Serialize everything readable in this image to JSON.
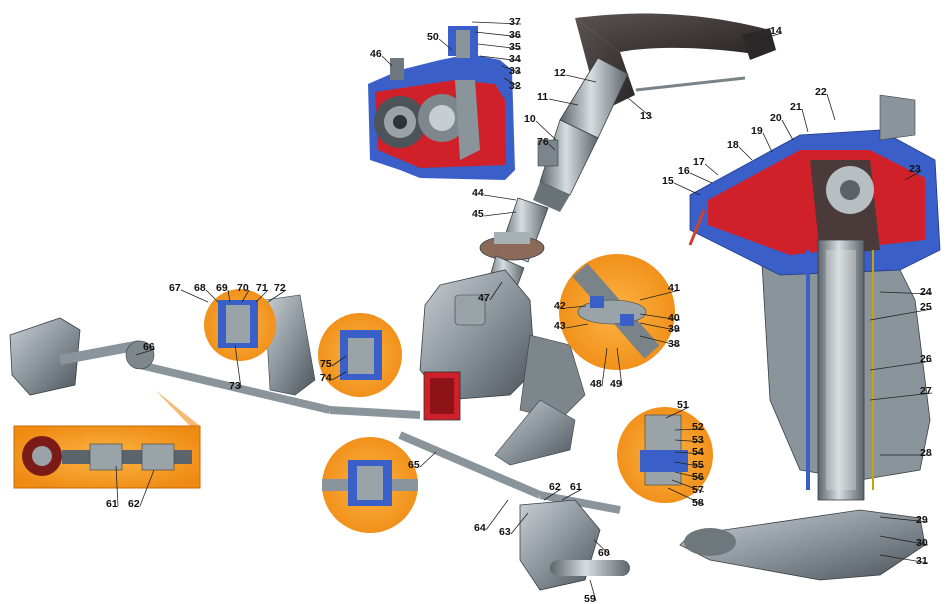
{
  "callouts": [
    {
      "id": "10",
      "n": "10"
    },
    {
      "id": "11",
      "n": "11"
    },
    {
      "id": "12",
      "n": "12"
    },
    {
      "id": "13",
      "n": "13"
    },
    {
      "id": "14",
      "n": "14"
    },
    {
      "id": "15",
      "n": "15"
    },
    {
      "id": "16",
      "n": "16"
    },
    {
      "id": "17",
      "n": "17"
    },
    {
      "id": "18",
      "n": "18"
    },
    {
      "id": "19",
      "n": "19"
    },
    {
      "id": "20",
      "n": "20"
    },
    {
      "id": "21",
      "n": "21"
    },
    {
      "id": "22",
      "n": "22"
    },
    {
      "id": "23",
      "n": "23"
    },
    {
      "id": "24",
      "n": "24"
    },
    {
      "id": "25",
      "n": "25"
    },
    {
      "id": "26",
      "n": "26"
    },
    {
      "id": "27",
      "n": "27"
    },
    {
      "id": "28",
      "n": "28"
    },
    {
      "id": "29",
      "n": "29"
    },
    {
      "id": "30",
      "n": "30"
    },
    {
      "id": "31",
      "n": "31"
    },
    {
      "id": "32",
      "n": "32"
    },
    {
      "id": "33",
      "n": "33"
    },
    {
      "id": "34",
      "n": "34"
    },
    {
      "id": "35",
      "n": "35"
    },
    {
      "id": "36",
      "n": "36"
    },
    {
      "id": "37",
      "n": "37"
    },
    {
      "id": "38",
      "n": "38"
    },
    {
      "id": "39",
      "n": "39"
    },
    {
      "id": "40",
      "n": "40"
    },
    {
      "id": "41",
      "n": "41"
    },
    {
      "id": "42",
      "n": "42"
    },
    {
      "id": "43",
      "n": "43"
    },
    {
      "id": "44",
      "n": "44"
    },
    {
      "id": "45",
      "n": "45"
    },
    {
      "id": "46",
      "n": "46"
    },
    {
      "id": "47",
      "n": "47"
    },
    {
      "id": "48",
      "n": "48"
    },
    {
      "id": "49",
      "n": "49"
    },
    {
      "id": "50",
      "n": "50"
    },
    {
      "id": "51",
      "n": "51"
    },
    {
      "id": "52",
      "n": "52"
    },
    {
      "id": "53",
      "n": "53"
    },
    {
      "id": "54",
      "n": "54"
    },
    {
      "id": "55",
      "n": "55"
    },
    {
      "id": "56",
      "n": "56"
    },
    {
      "id": "57",
      "n": "57"
    },
    {
      "id": "58",
      "n": "58"
    },
    {
      "id": "59",
      "n": "59"
    },
    {
      "id": "60",
      "n": "60"
    },
    {
      "id": "61a",
      "n": "61"
    },
    {
      "id": "62a",
      "n": "62"
    },
    {
      "id": "61b",
      "n": "61"
    },
    {
      "id": "62b",
      "n": "62"
    },
    {
      "id": "63",
      "n": "63"
    },
    {
      "id": "64",
      "n": "64"
    },
    {
      "id": "65",
      "n": "65"
    },
    {
      "id": "66",
      "n": "66"
    },
    {
      "id": "67",
      "n": "67"
    },
    {
      "id": "68",
      "n": "68"
    },
    {
      "id": "69",
      "n": "69"
    },
    {
      "id": "70",
      "n": "70"
    },
    {
      "id": "71",
      "n": "71"
    },
    {
      "id": "72",
      "n": "72"
    },
    {
      "id": "73",
      "n": "73"
    },
    {
      "id": "74",
      "n": "74"
    },
    {
      "id": "75",
      "n": "75"
    },
    {
      "id": "76",
      "n": "76"
    }
  ],
  "colors": {
    "metal": "#8a949b",
    "metal_dark": "#4c5459",
    "section_blue": "#3a5fc8",
    "section_red": "#d0202a",
    "inset_orange": "#f29a1e",
    "wheel_dark": "#3b3536"
  }
}
